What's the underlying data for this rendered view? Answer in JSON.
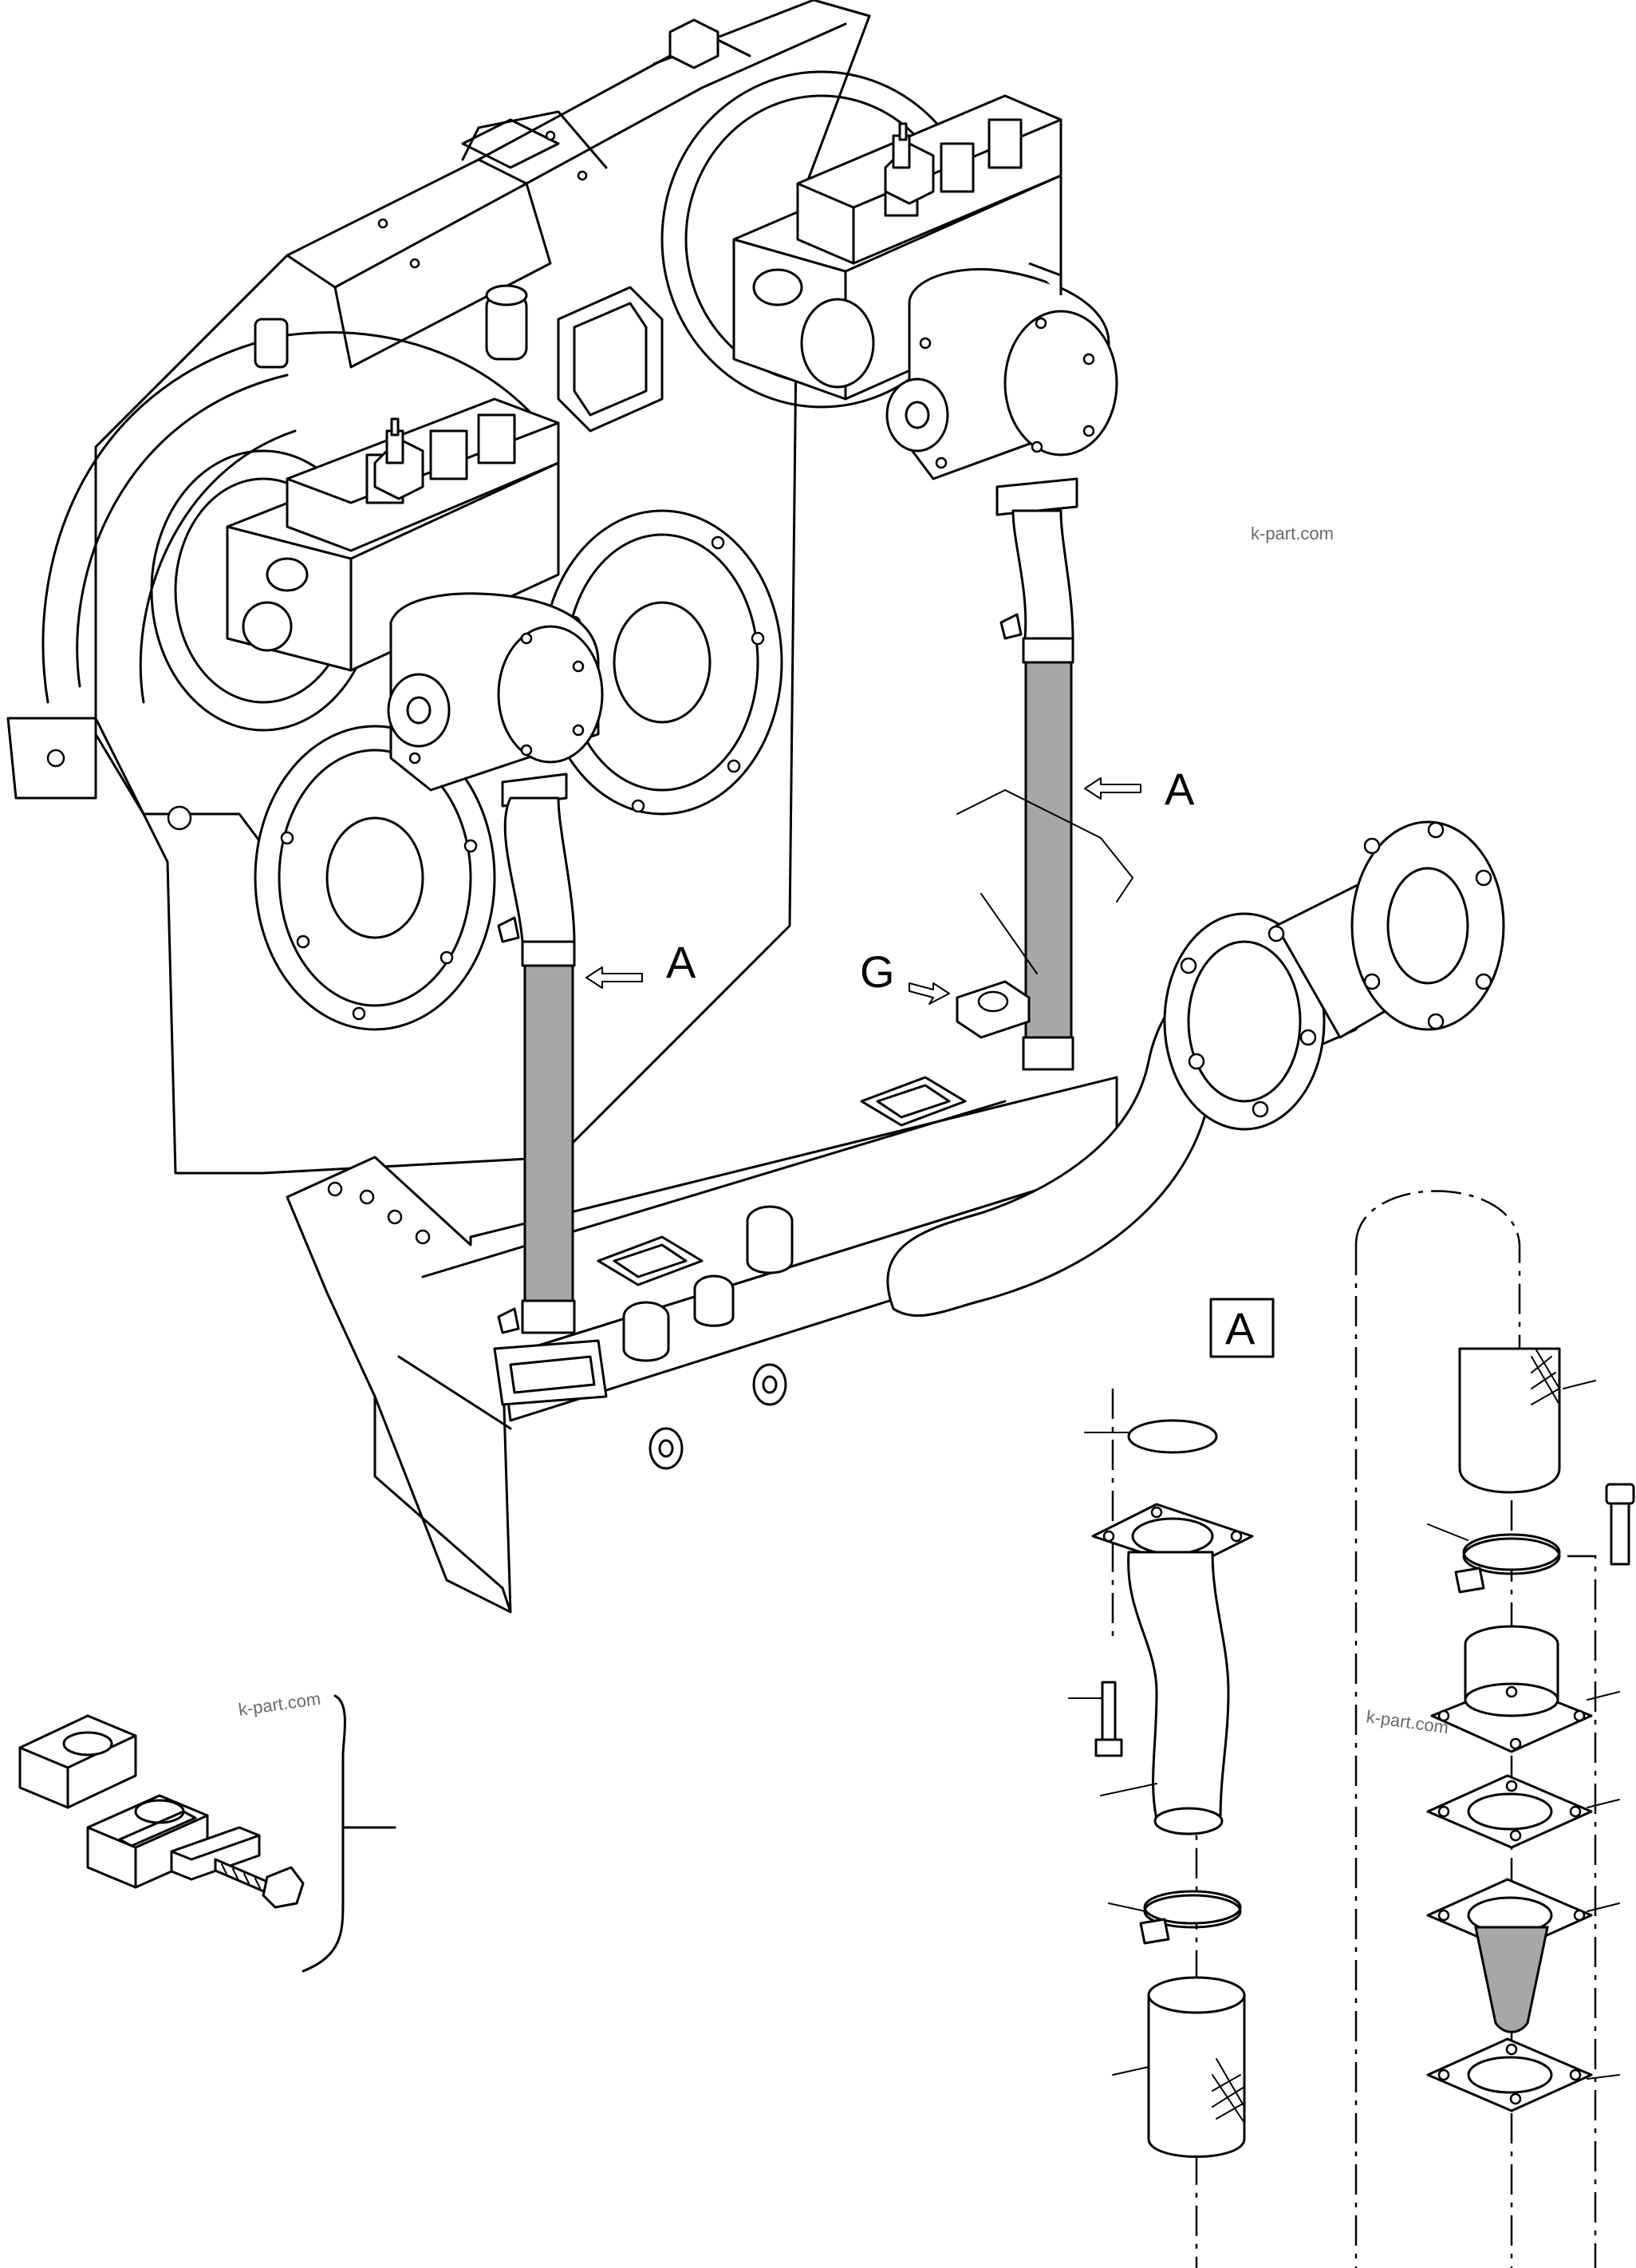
{
  "labels": {
    "callout_a_upper": "A",
    "callout_a_lower": "A",
    "callout_g": "G",
    "detail_box": "A"
  },
  "watermarks": [
    "k-part.com",
    "k-part.com",
    "k-part.com"
  ],
  "colors": {
    "line": "#000000",
    "hose_fill": "#a7a7a7",
    "background": "#ffffff",
    "watermark": "#6a6a6a"
  }
}
